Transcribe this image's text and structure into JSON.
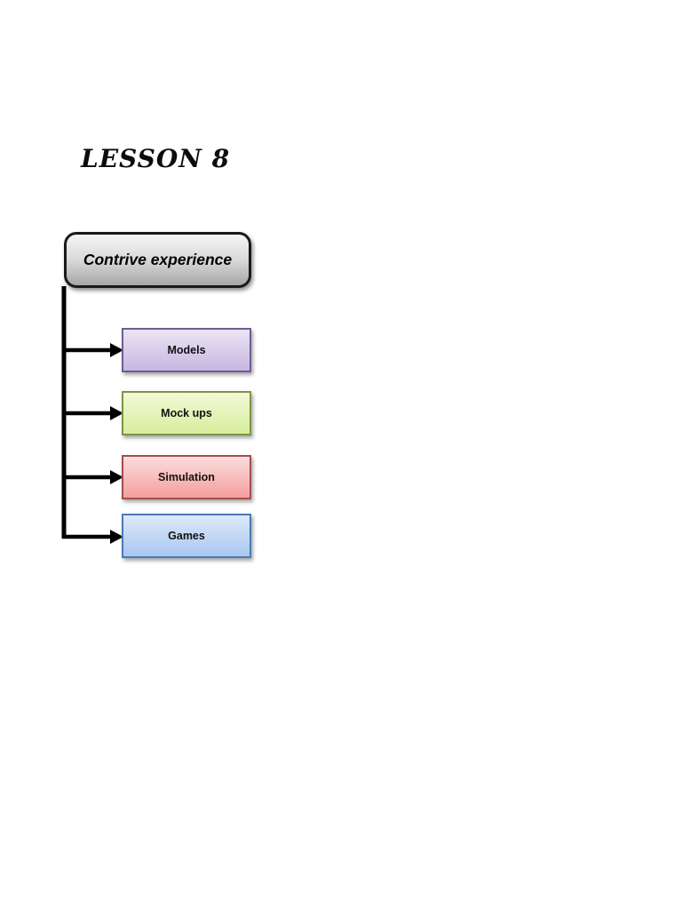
{
  "page": {
    "background": "#ffffff"
  },
  "title": "LESSON 8",
  "diagram": {
    "connector_color": "#000000",
    "root": {
      "label": "Contrive experience",
      "fill_top": "#f6f6f6",
      "fill_mid": "#d9d9d9",
      "fill_bottom": "#a7a7a7",
      "border": "#1a1a1a"
    },
    "children": [
      {
        "label": "Models",
        "fill_top": "#ebe5f4",
        "fill_bottom": "#c7b7e2",
        "border": "#6e5c94"
      },
      {
        "label": "Mock ups",
        "fill_top": "#f2f9d6",
        "fill_bottom": "#d6ee9d",
        "border": "#7f9440"
      },
      {
        "label": "Simulation",
        "fill_top": "#fbdddd",
        "fill_bottom": "#f49e9e",
        "border": "#a34e4c"
      },
      {
        "label": "Games",
        "fill_top": "#dce9fa",
        "fill_bottom": "#a9c7f0",
        "border": "#4a79b3"
      }
    ]
  }
}
